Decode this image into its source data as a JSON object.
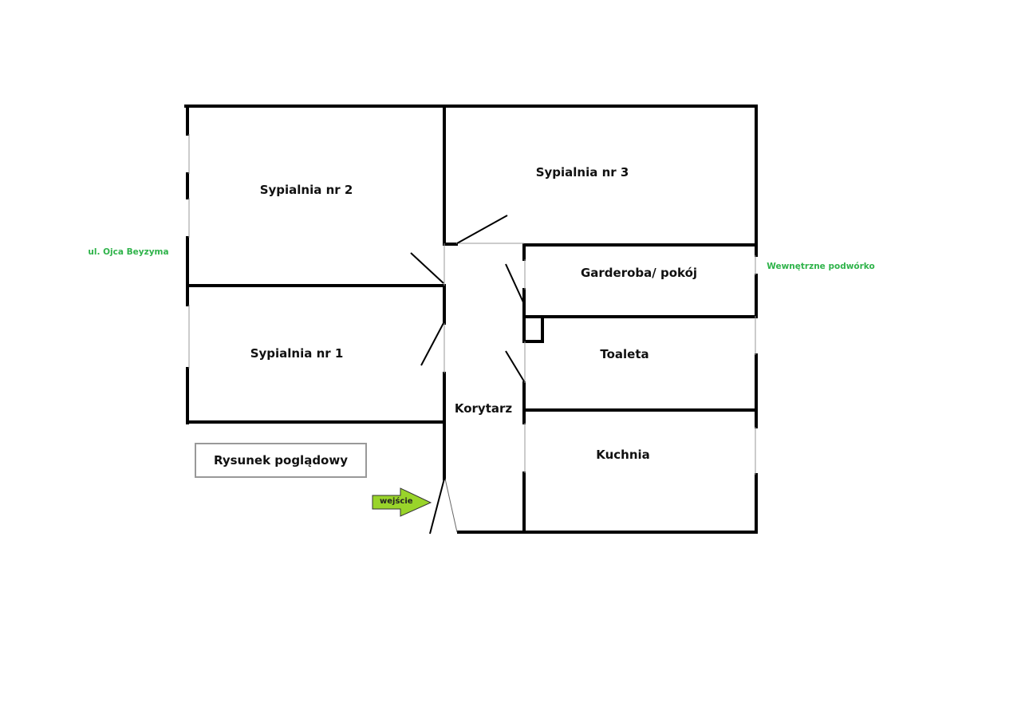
{
  "rooms": {
    "bedroom_2": "Sypialnia nr 2",
    "bedroom_3": "Sypialnia nr 3",
    "bedroom_1": "Sypialnia nr 1",
    "wardrobe": "Garderoba/ pokój",
    "toilet": "Toaleta",
    "corridor": "Korytarz",
    "kitchen": "Kuchnia"
  },
  "streets": {
    "left": "ul. Ojca Beyzyma",
    "right": "Wewnętrzne podwórko"
  },
  "legend": "Rysunek poglądowy",
  "entrance": "wejście",
  "colors": {
    "street": "#2fb34a",
    "arrow": "#99d42a",
    "wall": "#000000"
  }
}
